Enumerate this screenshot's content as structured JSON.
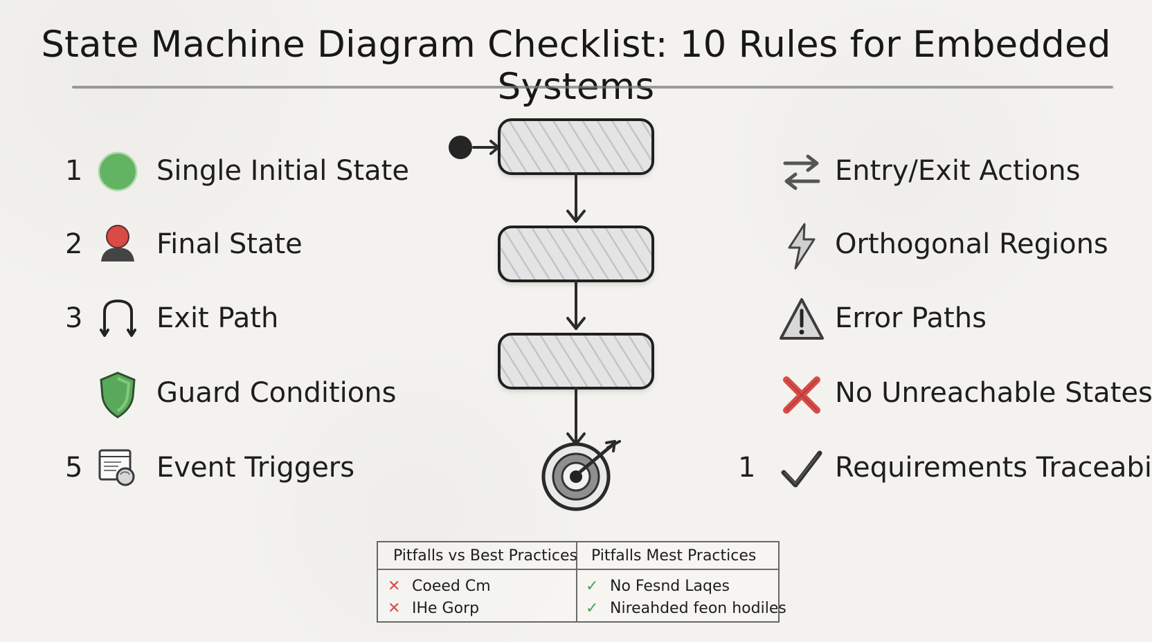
{
  "title": "State Machine Diagram Checklist: 10 Rules for Embedded Systems",
  "left_rules": [
    {
      "number": "1",
      "label": "Single Initial State",
      "icon": "green-circle-icon"
    },
    {
      "number": "2",
      "label": "Final State",
      "icon": "red-person-icon"
    },
    {
      "number": "3",
      "label": "Exit Path",
      "icon": "exit-loop-icon"
    },
    {
      "number": "",
      "label": "Guard Conditions",
      "icon": "green-shield-icon"
    },
    {
      "number": "5",
      "label": "Event Triggers",
      "icon": "event-trigger-icon"
    }
  ],
  "right_rules": [
    {
      "number": "",
      "label": "Entry/Exit Actions",
      "icon": "swap-arrows-icon"
    },
    {
      "number": "",
      "label": "Orthogonal Regions",
      "icon": "lightning-icon"
    },
    {
      "number": "",
      "label": "Error Paths",
      "icon": "warning-icon"
    },
    {
      "number": "",
      "label": "No Unreachable States",
      "icon": "red-x-icon"
    },
    {
      "number": "1",
      "label": "Requirements Traceability",
      "icon": "checkmark-icon"
    }
  ],
  "table": {
    "headers": [
      "Pitfalls vs Best Practices",
      "Pitfalls Mest Practices"
    ],
    "left_items": [
      "Coeed Cm",
      "IHe Gorp"
    ],
    "right_items": [
      "No Fesnd Laqes",
      "Nireahded feon hodiles"
    ]
  },
  "colors": {
    "background": "#f3f2ee",
    "ink": "#1d1d1d",
    "green": "#58ad5d",
    "red": "#d94b46",
    "gray": "#777777"
  }
}
